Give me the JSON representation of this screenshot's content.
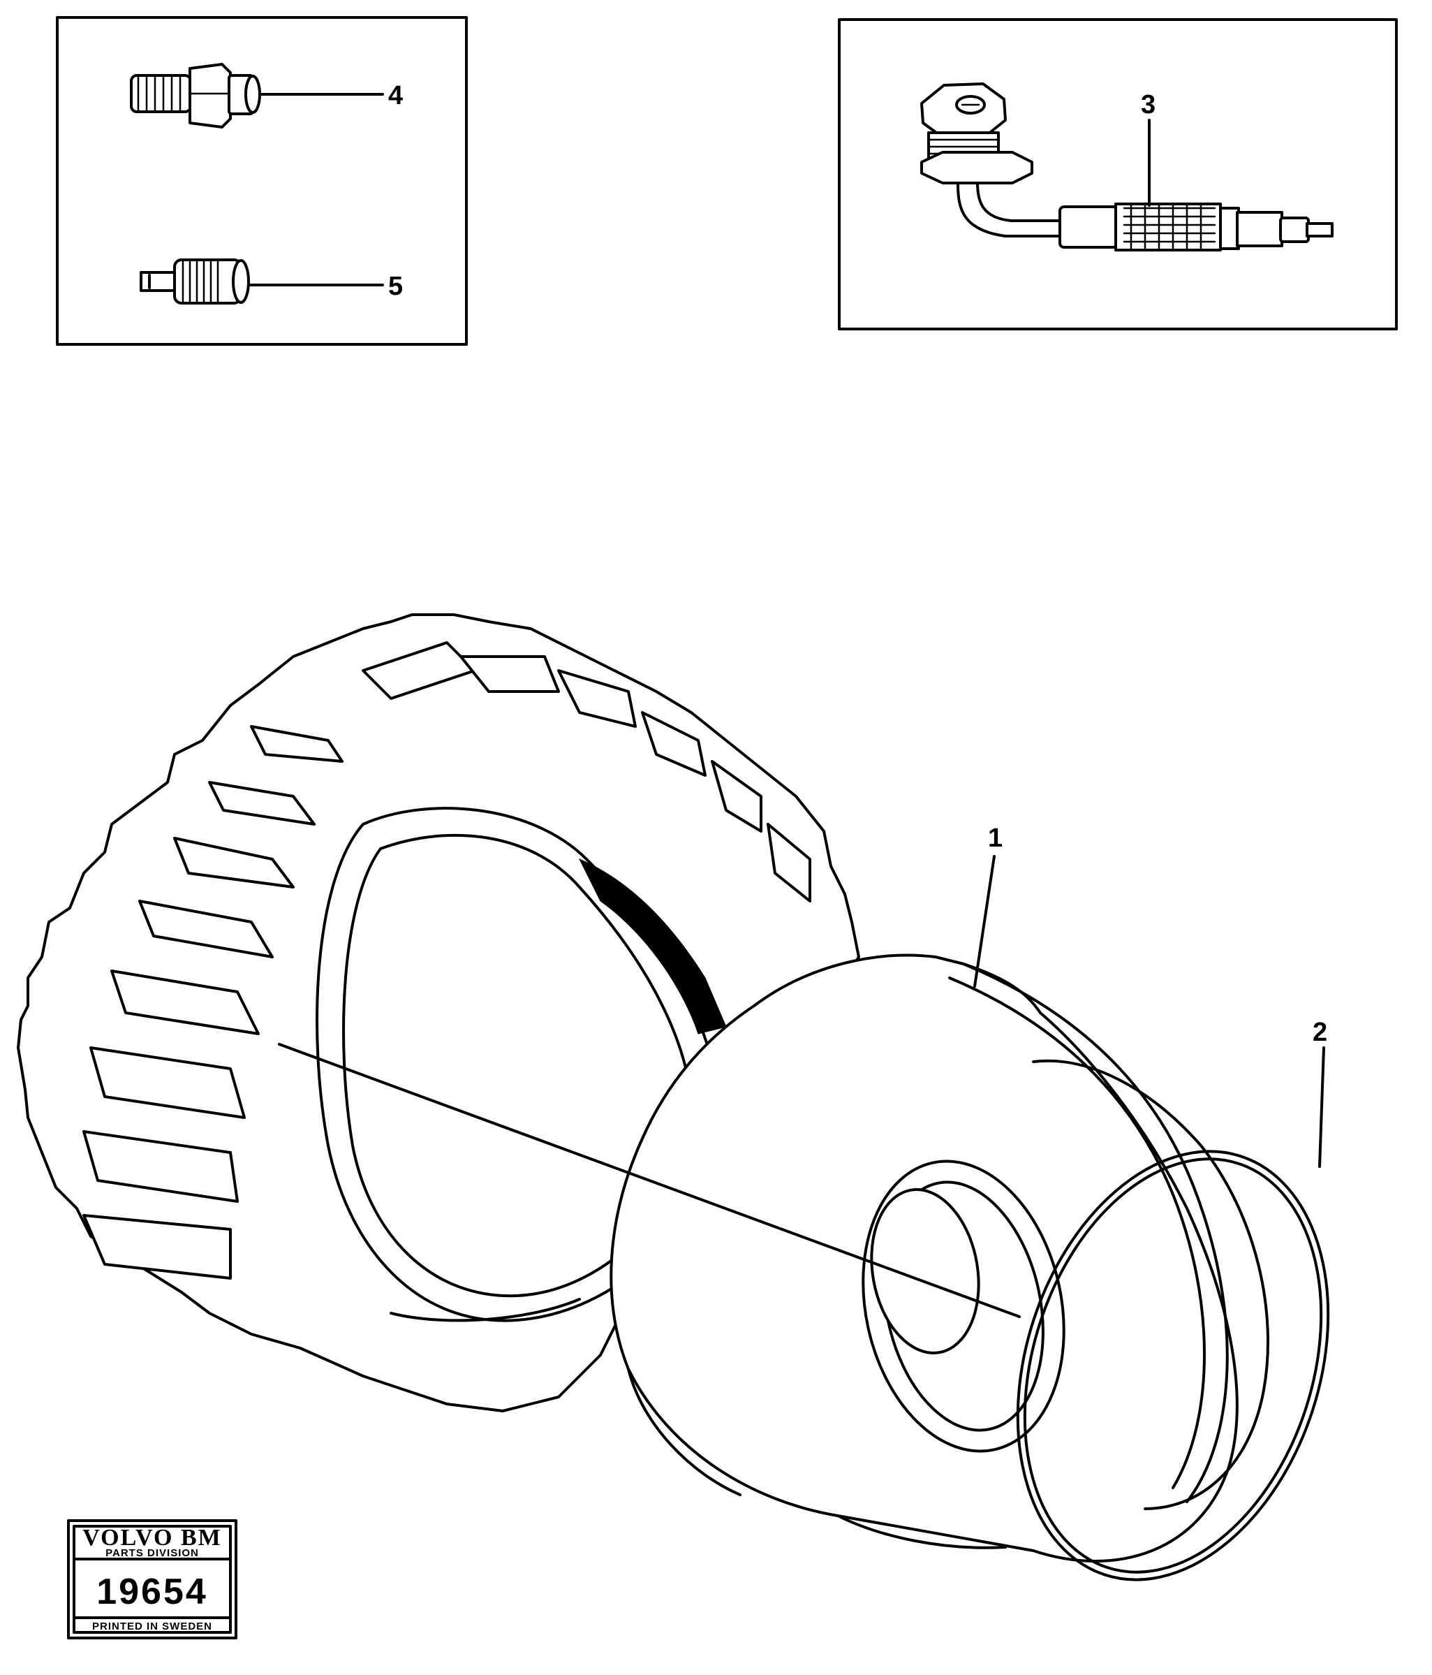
{
  "callouts": [
    {
      "id": "1",
      "label": "1"
    },
    {
      "id": "2",
      "label": "2"
    },
    {
      "id": "3",
      "label": "3"
    },
    {
      "id": "4",
      "label": "4"
    },
    {
      "id": "5",
      "label": "5"
    }
  ],
  "stamp": {
    "brand": "VOLVO BM",
    "division": "PARTS DIVISION",
    "number": "19654",
    "printed": "PRINTED IN SWEDEN"
  }
}
